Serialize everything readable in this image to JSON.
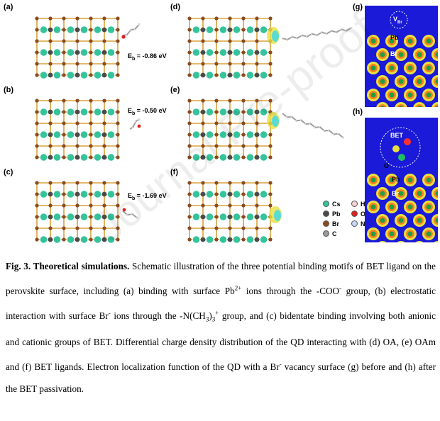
{
  "panels": {
    "a": {
      "label": "(a)",
      "energy_prefix": "E",
      "energy_sub": "b",
      "energy_value": " = -0.86 eV"
    },
    "b": {
      "label": "(b)",
      "energy_prefix": "E",
      "energy_sub": "b",
      "energy_value": " = -0.50 eV"
    },
    "c": {
      "label": "(c)",
      "energy_prefix": "E",
      "energy_sub": "b",
      "energy_value": " = -1.69 eV"
    },
    "d": {
      "label": "(d)"
    },
    "e": {
      "label": "(e)"
    },
    "f": {
      "label": "(f)"
    },
    "g": {
      "label": "(g)",
      "vacancy_main": "V",
      "vacancy_sub": "Br",
      "pb": "Pb",
      "br": "Br"
    },
    "h": {
      "label": "(h)",
      "bet": "BET",
      "o": "O",
      "pb": "Pb",
      "br": "Br"
    }
  },
  "legend": [
    {
      "label": "Cs",
      "color": "#34c39a"
    },
    {
      "label": "H",
      "color": "#f2d2d2"
    },
    {
      "label": "Pb",
      "color": "#4a4a4a"
    },
    {
      "label": "O",
      "color": "#e02020"
    },
    {
      "label": "Br",
      "color": "#8a4a1e"
    },
    {
      "label": "N",
      "color": "#c8d8f4"
    },
    {
      "label": "C",
      "color": "#9a9a9a"
    }
  ],
  "colors": {
    "cs": "#34c39a",
    "pb": "#4a4a4a",
    "br": "#8a4a1e",
    "bond": "#d9a23a",
    "charge_yellow": "#e8e040",
    "charge_cyan": "#40d8e8",
    "elf_bg": "#1a1ad8"
  },
  "caption": {
    "title": "Fig. 3. Theoretical simulations.",
    "body": " Schematic illustration of the three potential binding motifs of BET ligand on the perovskite surface, including (a) binding with surface Pb2+ ions through the -COO- group, (b) electrostatic interaction with surface Br- ions through the -N(CH3)3+ group, and (c) bidentate binding involving both anionic and cationic groups of BET. Differential charge density distribution of the QD interacting with (d) OA, (e) OAm and (f) BET ligands. Electron localization function of the QD with a Br- vacancy surface (g) before and (h) after the BET passivation."
  },
  "watermark": "Journal Pre-proof"
}
